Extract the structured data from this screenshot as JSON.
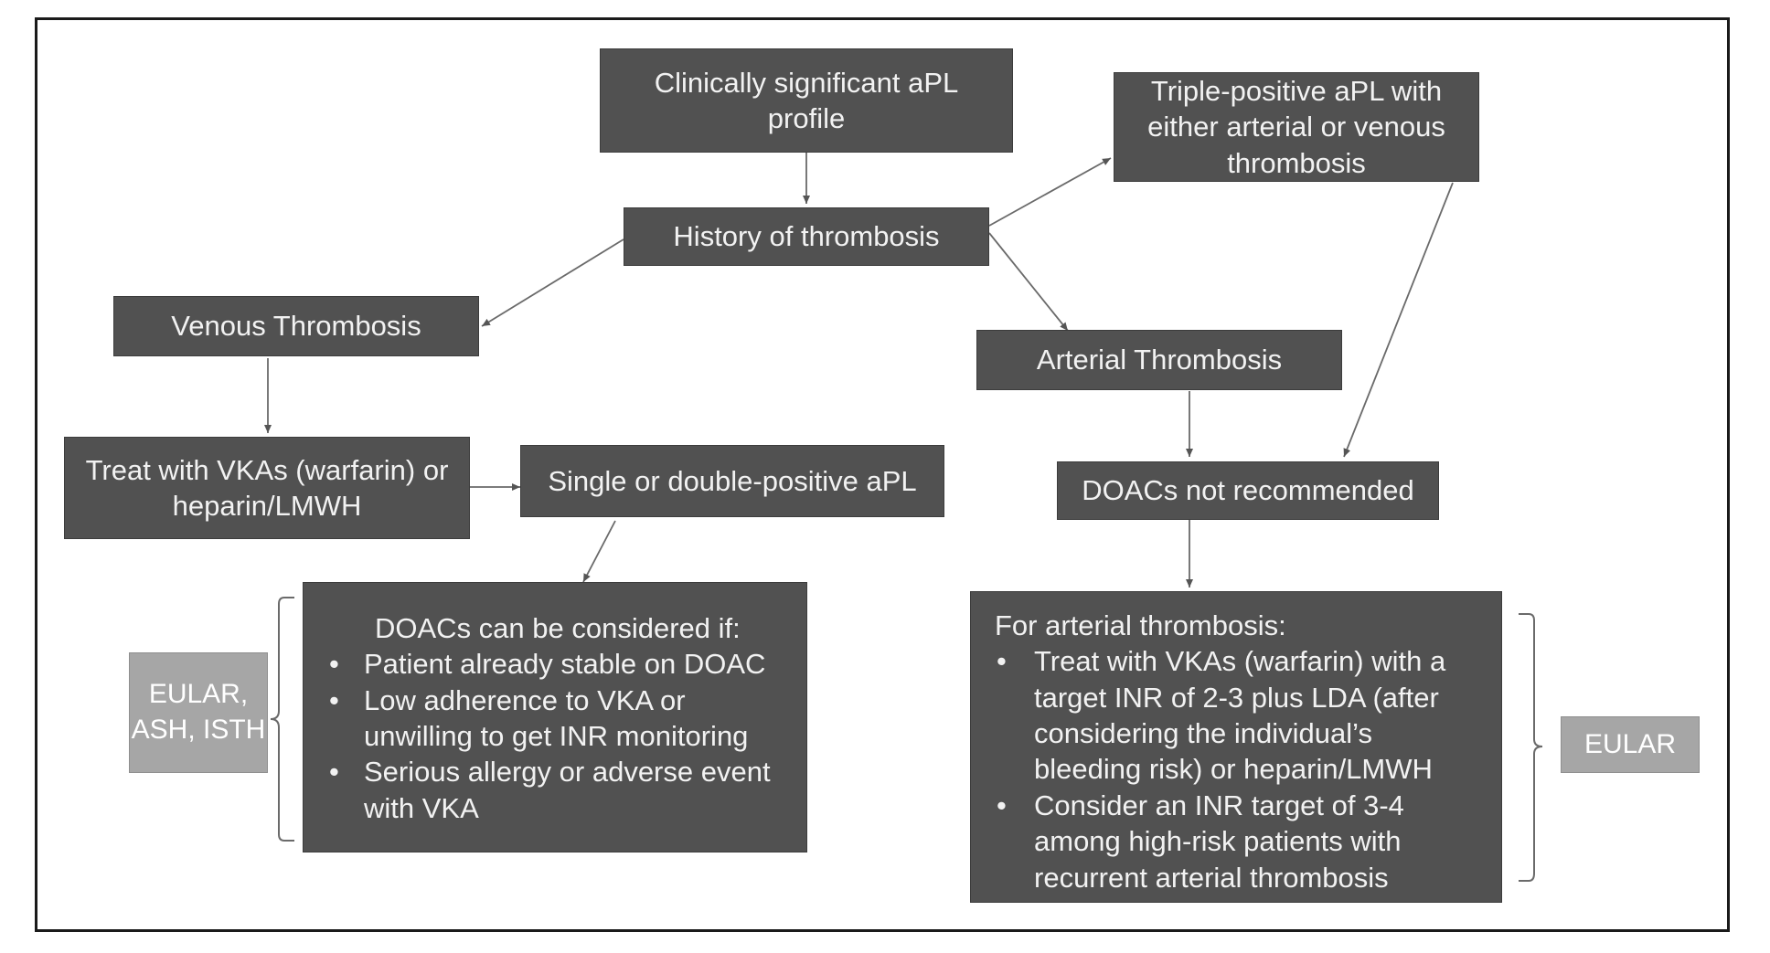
{
  "nodes": {
    "apl_profile": "Clinically significant aPL profile",
    "history": "History of thrombosis",
    "triple_positive": "Triple-positive aPL with either arterial or venous thrombosis",
    "venous": "Venous Thrombosis",
    "arterial": "Arterial Thrombosis",
    "treat_vka": "Treat with VKAs (warfarin) or heparin/LMWH",
    "single_double": "Single or double-positive aPL",
    "doacs_not": "DOACs not recommended"
  },
  "doac_box": {
    "heading": "DOACs can be considered if:",
    "items": [
      "Patient already stable on DOAC",
      "Low adherence to VKA or unwilling to get INR monitoring",
      "Serious allergy or adverse event with VKA"
    ]
  },
  "arterial_box": {
    "heading": "For arterial thrombosis:",
    "items": [
      "Treat with VKAs (warfarin) with a target INR of 2-3 plus LDA (after considering the individual’s bleeding risk) or heparin/LMWH",
      "Consider an INR target of 3-4 among high-risk patients with recurrent arterial thrombosis"
    ]
  },
  "guidelines": {
    "left": "EULAR, ASH, ISTH",
    "right": "EULAR"
  },
  "colors": {
    "box_dark": "#515151",
    "box_light": "#a6a6a6",
    "line": "#6a6a6a"
  }
}
